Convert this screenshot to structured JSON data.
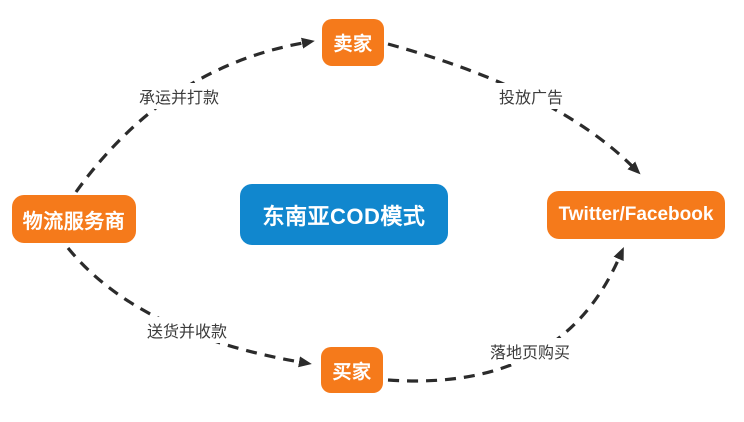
{
  "diagram": {
    "center": {
      "label": "东南亚COD模式"
    },
    "nodes": {
      "seller": {
        "label": "卖家"
      },
      "logistics": {
        "label": "物流服务商"
      },
      "social": {
        "label": "Twitter/Facebook"
      },
      "buyer": {
        "label": "买家"
      }
    },
    "edges": {
      "logistics_to_seller": {
        "label": "承运并打款",
        "from": "物流服务商",
        "to": "卖家"
      },
      "seller_to_social": {
        "label": "投放广告",
        "from": "卖家",
        "to": "Twitter/Facebook"
      },
      "logistics_to_buyer": {
        "label": "送货并收款",
        "from": "物流服务商",
        "to": "买家"
      },
      "buyer_to_social": {
        "label": "落地页购买",
        "from": "买家",
        "to": "Twitter/Facebook"
      }
    },
    "colors": {
      "node_orange": "#F57A1B",
      "node_blue": "#1187CE",
      "arrow": "#2B2B2B",
      "edge_label_text": "#3B3B3B",
      "node_text": "#FFFFFF",
      "background": "#FFFFFF"
    }
  }
}
